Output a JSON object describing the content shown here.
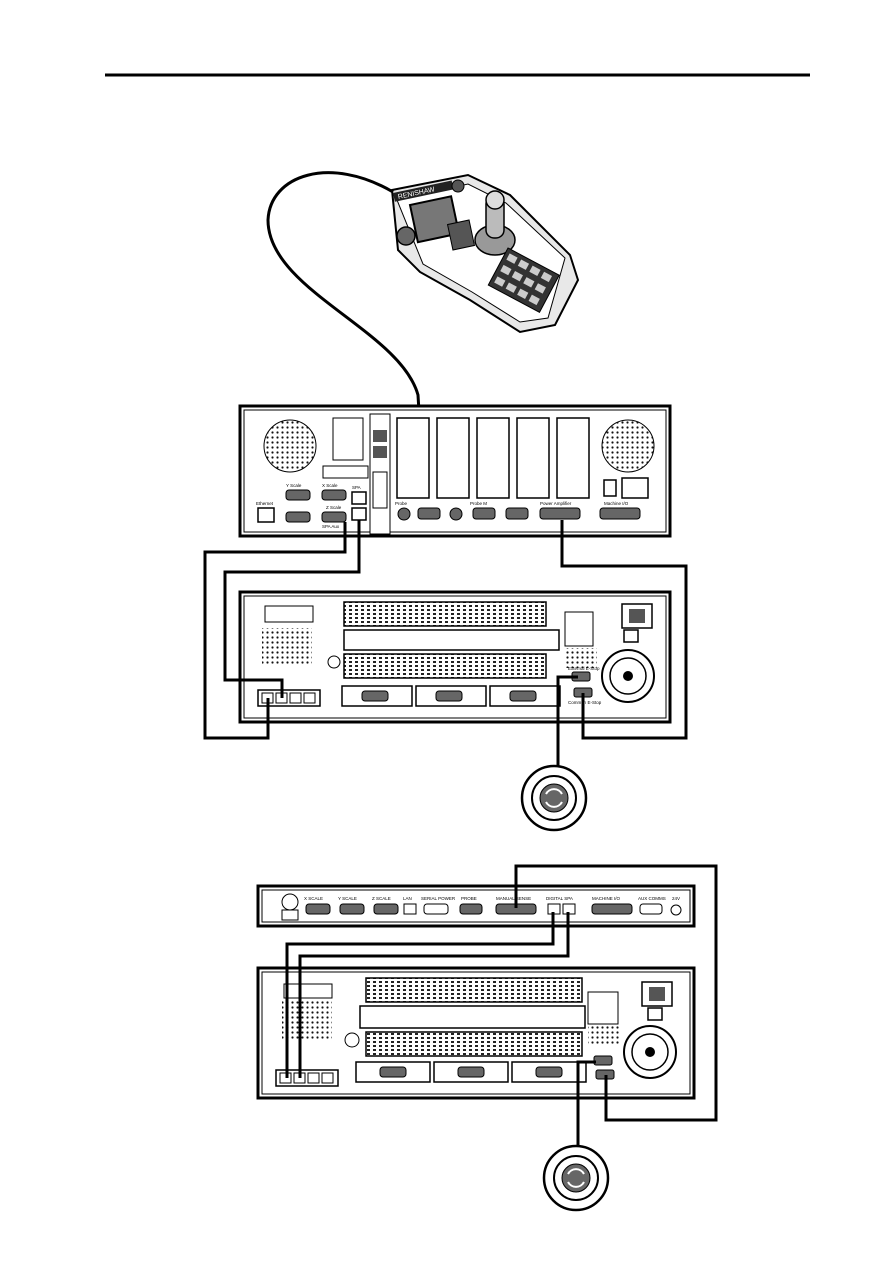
{
  "document": {
    "header_rule": true,
    "pendant": {
      "brand": "RENISHAW"
    },
    "controller_top": {
      "port_labels": [
        "Y Scale",
        "X Scale",
        "Z Scale",
        "SPA",
        "SPA Aux",
        "Probe",
        "Probe M",
        "Power Amplifier",
        "Machine I/O",
        "Ethernet"
      ]
    },
    "controller_bottom": {
      "port_labels": [
        "X SCALE",
        "Y SCALE",
        "Z SCALE",
        "LAN",
        "SERIAL POWER",
        "PROBE",
        "MANUAL SENSE",
        "DIGITAL SPA",
        "MACHINE I/O",
        "AUX COMMS",
        "24V"
      ]
    },
    "amplifier": {
      "estop_labels": [
        "External E-Stop",
        "Common E-Stop"
      ]
    }
  }
}
